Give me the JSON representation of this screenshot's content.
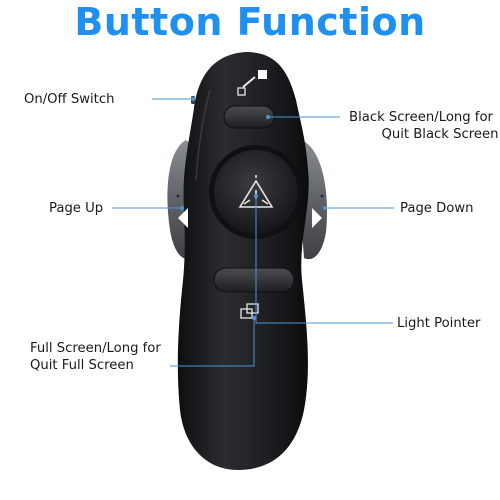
{
  "title": "Button Function",
  "labels": {
    "on_off": "On/Off Switch",
    "black_screen_1": "Black Screen/Long for",
    "black_screen_2": "Quit Black Screen",
    "page_up": "Page Up",
    "page_down": "Page Down",
    "light_pointer": "Light Pointer",
    "full_screen_1": "Full Screen/Long for",
    "full_screen_2": "Quit Full Screen"
  },
  "colors": {
    "title": "#1f8ff0",
    "callout_line": "#4f93d2",
    "body_dark": "#1c1d1f",
    "side_grey": "#6f7276"
  },
  "icons": {
    "black_screen": "screen-toggle-icon",
    "laser": "laser-triangle-icon",
    "full_screen": "fullscreen-icon"
  }
}
